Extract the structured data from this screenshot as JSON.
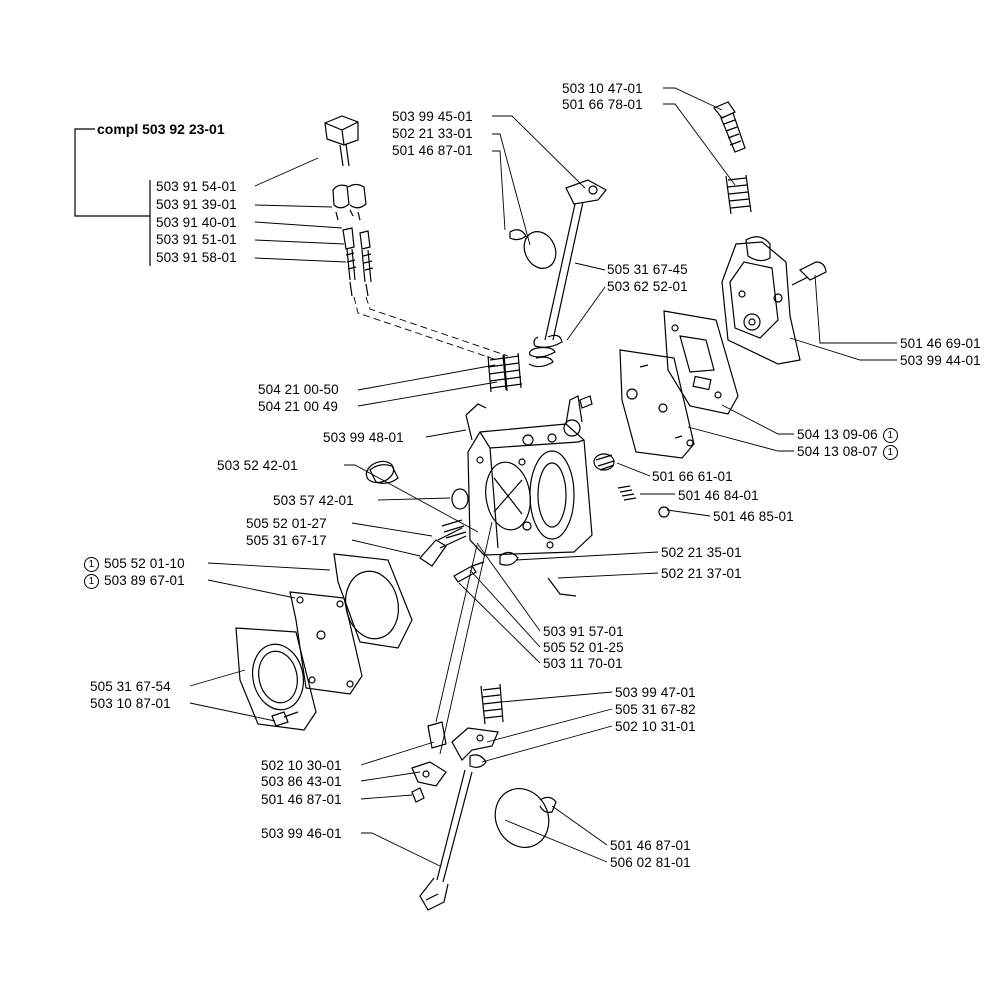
{
  "kit": {
    "title": "compl 503 92 23-01",
    "parts": [
      "503 91 54-01",
      "503 91 39-01",
      "503 91 40-01",
      "503 91 51-01",
      "503 91 58-01"
    ]
  },
  "labels": [
    {
      "id": "l01",
      "text": "503 10 47-01"
    },
    {
      "id": "l02",
      "text": "501 66 78-01"
    },
    {
      "id": "l03",
      "text": "503 99 45-01"
    },
    {
      "id": "l04",
      "text": "502 21 33-01"
    },
    {
      "id": "l05",
      "text": "501 46 87-01"
    },
    {
      "id": "l06",
      "text": "505 31 67-45"
    },
    {
      "id": "l07",
      "text": "503 62 52-01"
    },
    {
      "id": "l08",
      "text": "501 46 69-01"
    },
    {
      "id": "l09",
      "text": "503 99 44-01"
    },
    {
      "id": "l10",
      "text": "504 21 00-50"
    },
    {
      "id": "l11",
      "text": "504 21 00 49"
    },
    {
      "id": "l12",
      "text": "504 13 09-06",
      "note": "1"
    },
    {
      "id": "l13",
      "text": "504 13 08-07",
      "note": "1"
    },
    {
      "id": "l14",
      "text": "503 99 48-01"
    },
    {
      "id": "l15",
      "text": "503 52 42-01"
    },
    {
      "id": "l16",
      "text": "501 66 61-01"
    },
    {
      "id": "l17",
      "text": "501 46 84-01"
    },
    {
      "id": "l18",
      "text": "501 46 85-01"
    },
    {
      "id": "l19",
      "text": "503 57 42-01"
    },
    {
      "id": "l20",
      "text": "505 52 01-27"
    },
    {
      "id": "l21",
      "text": "505 31 67-17"
    },
    {
      "id": "l22",
      "text": "505 52 01-10",
      "note": "1"
    },
    {
      "id": "l23",
      "text": "503 89 67-01",
      "note": "1"
    },
    {
      "id": "l24",
      "text": "502 21 35-01"
    },
    {
      "id": "l25",
      "text": "502 21 37-01"
    },
    {
      "id": "l26",
      "text": "503 91 57-01"
    },
    {
      "id": "l27",
      "text": "505 52 01-25"
    },
    {
      "id": "l28",
      "text": "503 11 70-01"
    },
    {
      "id": "l29",
      "text": "505 31 67-54"
    },
    {
      "id": "l30",
      "text": "503 10 87-01"
    },
    {
      "id": "l31",
      "text": "503 99 47-01"
    },
    {
      "id": "l32",
      "text": "505 31 67-82"
    },
    {
      "id": "l33",
      "text": "502 10 31-01"
    },
    {
      "id": "l34",
      "text": "502 10 30-01"
    },
    {
      "id": "l35",
      "text": "503 86 43-01"
    },
    {
      "id": "l36",
      "text": "501 46 87-01"
    },
    {
      "id": "l37",
      "text": "503 99 46-01"
    },
    {
      "id": "l38",
      "text": "501 46 87-01"
    },
    {
      "id": "l39",
      "text": "506 02 81-01"
    }
  ]
}
